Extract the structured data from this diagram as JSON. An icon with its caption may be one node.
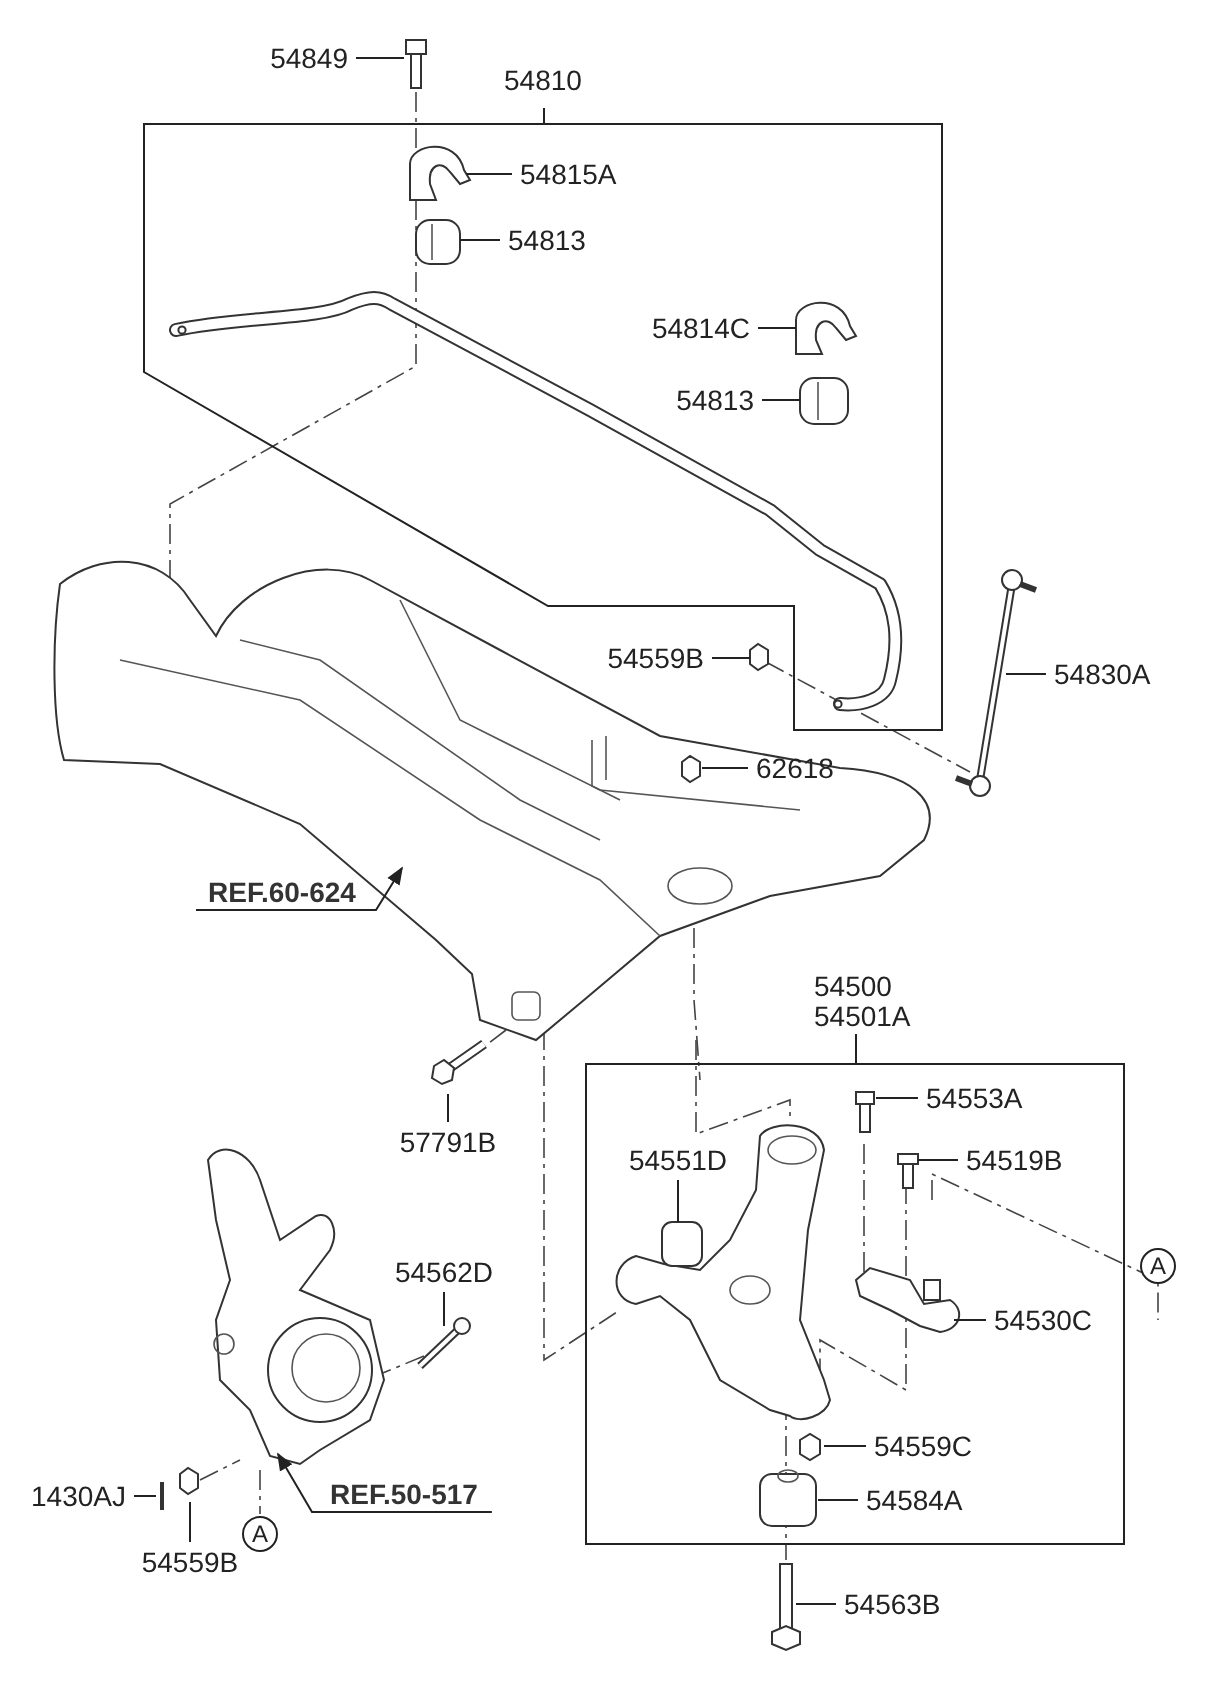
{
  "diagram": {
    "nodes": [
      {
        "text": [
          "54849"
        ]
      },
      {
        "text": [
          "54810"
        ]
      },
      {
        "text": [
          "54815A"
        ],
        "in": 1
      },
      {
        "text": [
          "54813"
        ],
        "in": 1
      },
      {
        "text": [
          "54814C"
        ],
        "in": 1
      },
      {
        "text": [
          "54813"
        ],
        "in": 1
      },
      {
        "text": [
          "54559B"
        ],
        "in": 1
      },
      {
        "text": [
          "54830A"
        ]
      },
      {
        "text": [
          "62618"
        ]
      },
      {
        "text": [
          "REF.60-624"
        ]
      },
      {
        "text": [
          "54500",
          "54501A"
        ]
      },
      {
        "text": [
          "54553A"
        ],
        "in": 10
      },
      {
        "text": [
          "54519B"
        ],
        "in": 10
      },
      {
        "text": [
          "57791B"
        ]
      },
      {
        "text": [
          "54551D"
        ],
        "in": 10
      },
      {
        "text": [
          "54562D"
        ]
      },
      {
        "text": [
          "A"
        ]
      },
      {
        "text": [
          "54530C"
        ],
        "in": 10
      },
      {
        "text": [
          "54559C"
        ],
        "in": 10
      },
      {
        "text": [
          "1430AJ"
        ]
      },
      {
        "text": [
          "REF.50-517"
        ]
      },
      {
        "text": [
          "54584A"
        ],
        "in": 10
      },
      {
        "text": [
          "54559B"
        ]
      },
      {
        "text": [
          "A"
        ]
      },
      {
        "text": [
          "54563B"
        ]
      }
    ],
    "edges": [
      {
        "from": 0,
        "to": null,
        "arrow": "none"
      },
      {
        "from": 2,
        "to": null,
        "arrow": "none"
      },
      {
        "from": 3,
        "to": null,
        "arrow": "none"
      },
      {
        "from": 4,
        "to": null,
        "arrow": "none"
      },
      {
        "from": 5,
        "to": null,
        "arrow": "none"
      },
      {
        "from": 6,
        "to": null,
        "arrow": "none"
      },
      {
        "from": 7,
        "to": null,
        "arrow": "none"
      },
      {
        "from": 8,
        "to": null,
        "arrow": "none"
      },
      {
        "from": 9,
        "to": null,
        "arrow": "to"
      },
      {
        "from": 11,
        "to": null,
        "arrow": "none"
      },
      {
        "from": 12,
        "to": null,
        "arrow": "none"
      },
      {
        "from": 13,
        "to": null,
        "arrow": "none"
      },
      {
        "from": 14,
        "to": null,
        "arrow": "none"
      },
      {
        "from": 15,
        "to": null,
        "arrow": "none"
      },
      {
        "from": 17,
        "to": null,
        "arrow": "none"
      },
      {
        "from": 18,
        "to": null,
        "arrow": "none"
      },
      {
        "from": 19,
        "to": null,
        "arrow": "none"
      },
      {
        "from": 20,
        "to": null,
        "arrow": "to"
      },
      {
        "from": 21,
        "to": null,
        "arrow": "none"
      },
      {
        "from": 22,
        "to": null,
        "arrow": "none"
      },
      {
        "from": 24,
        "to": null,
        "arrow": "none"
      }
    ]
  }
}
